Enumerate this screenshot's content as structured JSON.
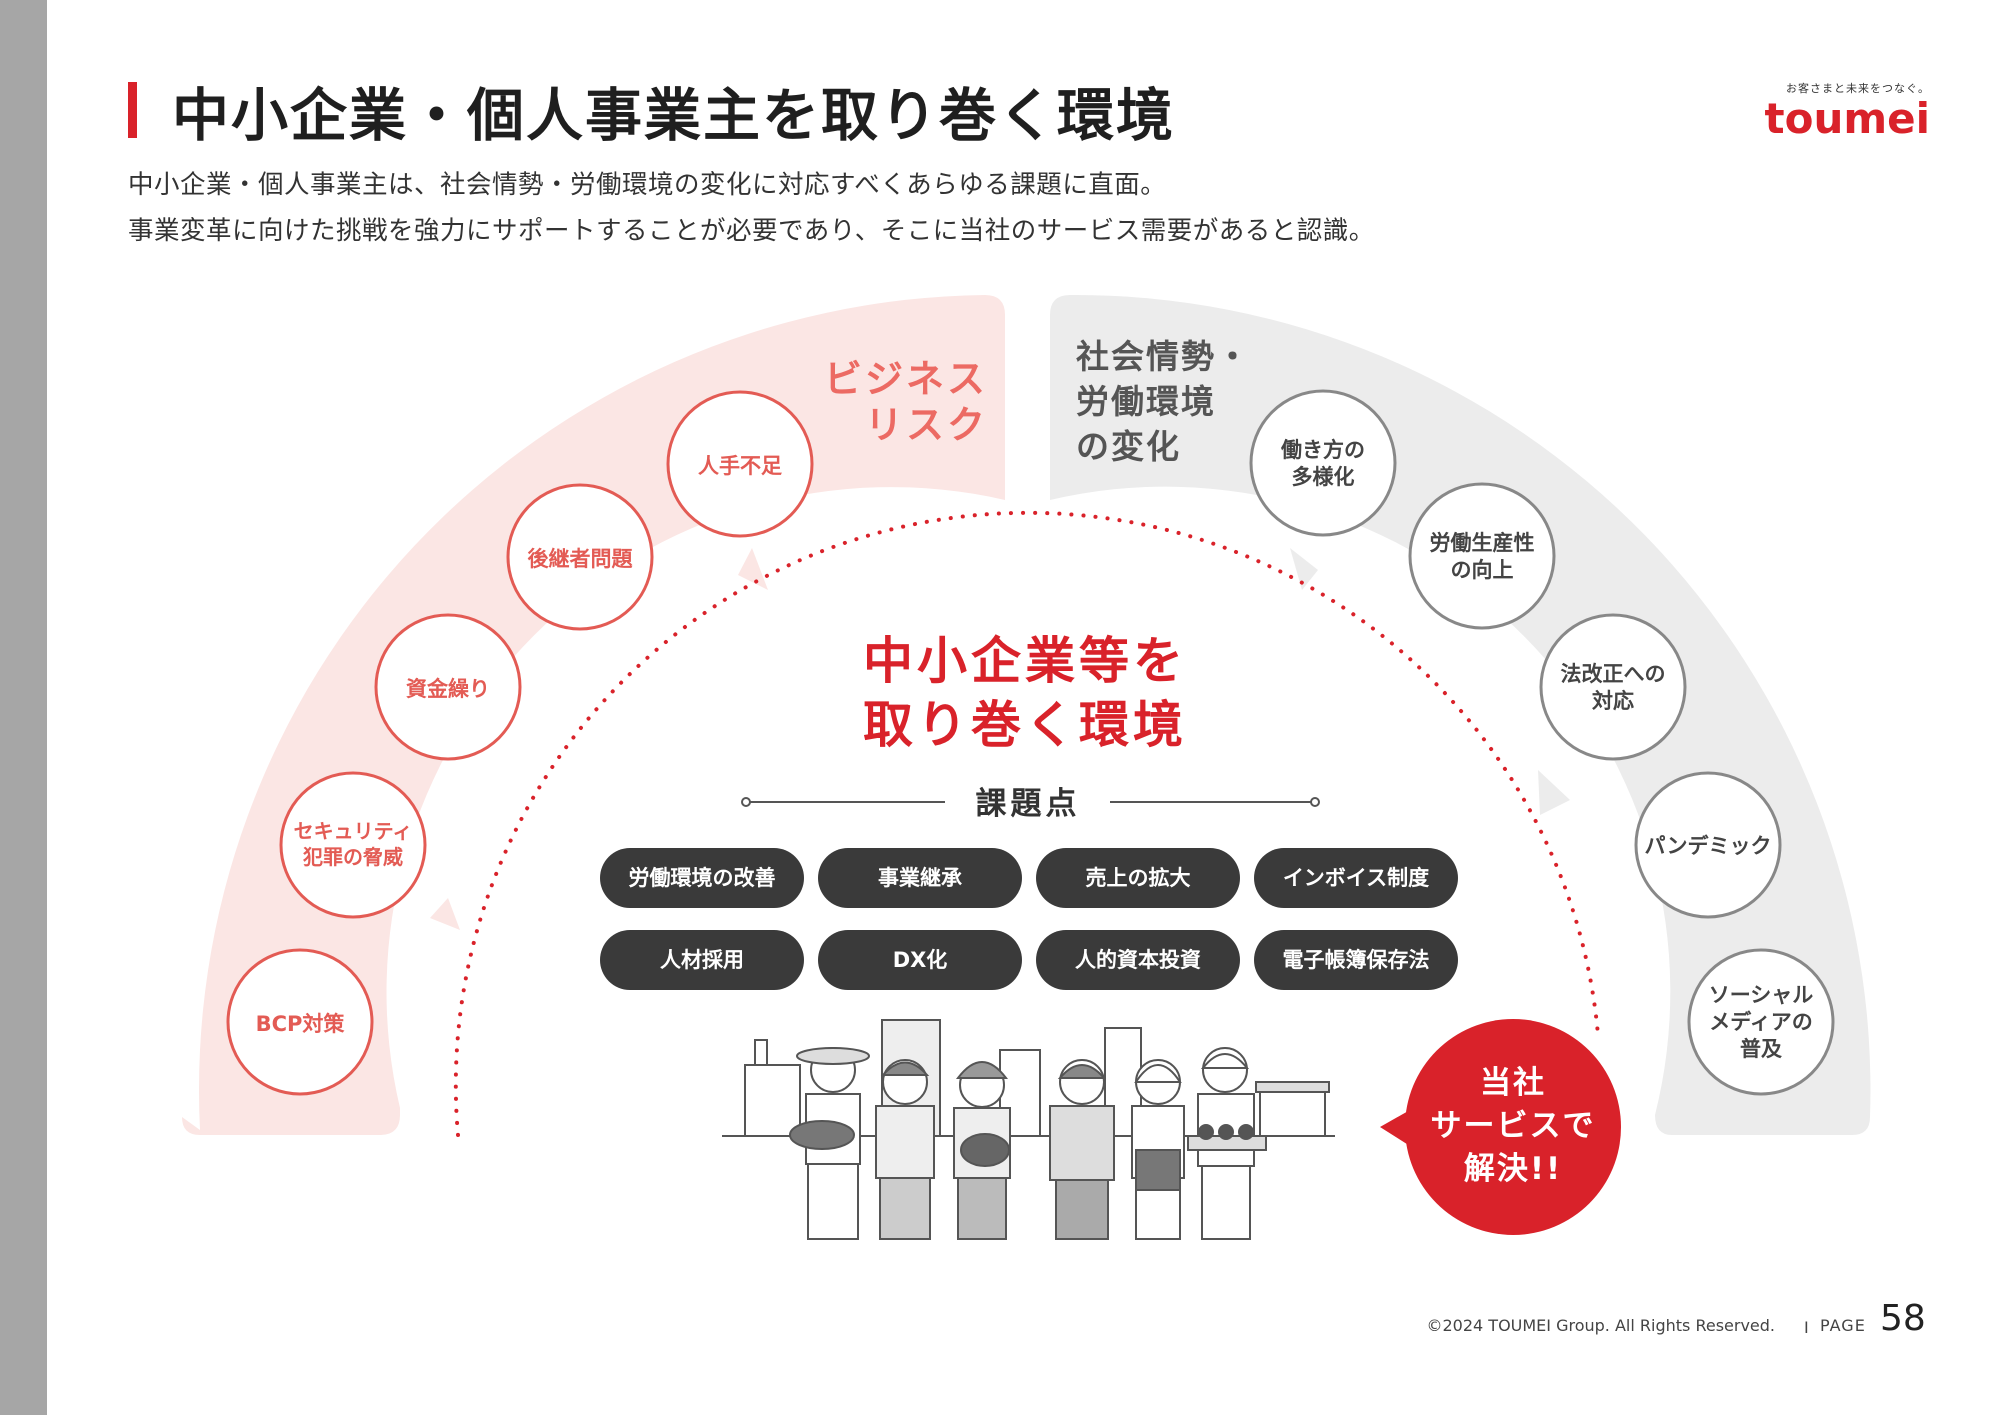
{
  "header": {
    "title": "中小企業・個人事業主を取り巻く環境",
    "subtitle_line1": "中小企業・個人事業主は、社会情勢・労働環境の変化に対応すべくあらゆる課題に直面。",
    "subtitle_line2": "事業変革に向けた挑戦を強力にサポートすることが必要であり、そこに当社のサービス需要があると認識。"
  },
  "logo": {
    "tagline": "お客さまと未来をつなぐ。",
    "name": "toumei"
  },
  "colors": {
    "brand_red": "#d9222a",
    "business_risk_bg": "#fbe6e4",
    "social_change_bg": "#ececec",
    "pill_dark": "#3a3a3a"
  },
  "diagram": {
    "business_risk": {
      "heading_line1": "ビジネス",
      "heading_line2": "リスク",
      "items": [
        {
          "line1": "人手不足",
          "line2": ""
        },
        {
          "line1": "後継者問題",
          "line2": ""
        },
        {
          "line1": "資金繰り",
          "line2": ""
        },
        {
          "line1": "セキュリティ",
          "line2": "犯罪の脅威"
        },
        {
          "line1": "BCP対策",
          "line2": ""
        }
      ]
    },
    "social_change": {
      "heading_line1": "社会情勢・",
      "heading_line2": "労働環境",
      "heading_line3": "の変化",
      "items": [
        {
          "line1": "働き方の",
          "line2": "多様化",
          "line3": ""
        },
        {
          "line1": "労働生産性",
          "line2": "の向上",
          "line3": ""
        },
        {
          "line1": "法改正への",
          "line2": "対応",
          "line3": ""
        },
        {
          "line1": "パンデミック",
          "line2": "",
          "line3": ""
        },
        {
          "line1": "ソーシャル",
          "line2": "メディアの",
          "line3": "普及"
        }
      ]
    },
    "center": {
      "title_line1": "中小企業等を",
      "title_line2": "取り巻く環境",
      "issues_label": "課題点",
      "issues": [
        "労働環境の改善",
        "事業継承",
        "売上の拡大",
        "インボイス制度",
        "人材採用",
        "DX化",
        "人的資本投資",
        "電子帳簿保存法"
      ]
    },
    "solution_bubble": {
      "line1": "当社",
      "line2": "サービスで",
      "line3": "解決!!"
    }
  },
  "footer": {
    "copyright": "©2024 TOUMEI Group. All Rights Reserved.",
    "separator": "I",
    "page_label": "PAGE",
    "page_number": "58"
  }
}
